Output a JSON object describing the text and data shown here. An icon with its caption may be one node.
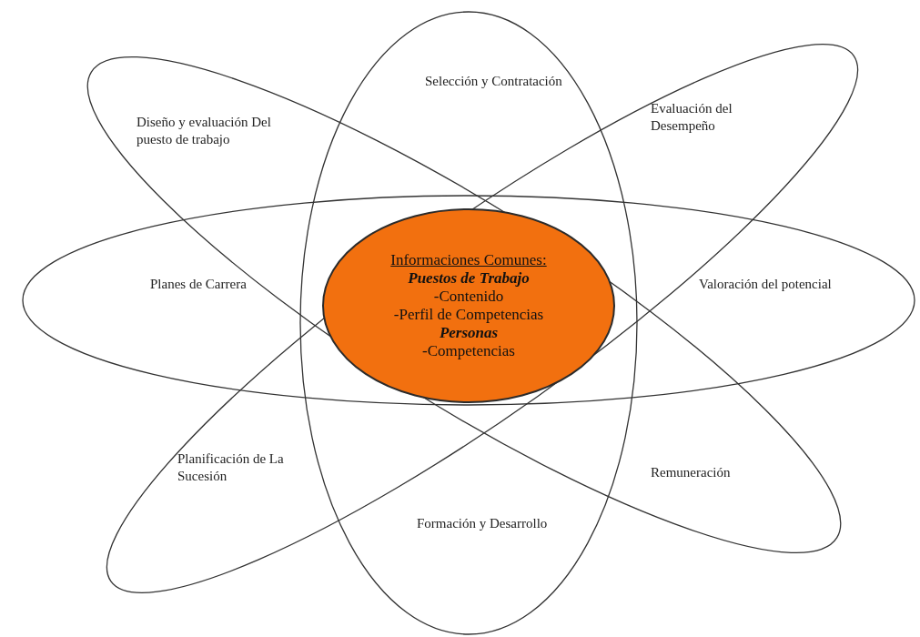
{
  "diagram": {
    "nodes": [
      {
        "text": [
          "Selección y Contratación",
          "Formación y Desarrollo"
        ]
      },
      {
        "text": [
          "Planes de Carrera",
          "Valoración del potencial"
        ]
      },
      {
        "text": [
          "Diseño y evaluación Del puesto de trabajo",
          "Remuneración"
        ]
      },
      {
        "text": [
          "Evaluación del Desempeño",
          "Planificación de La Sucesión"
        ]
      },
      {
        "text": [
          "Informaciones Comunes:",
          "Puestos de Trabajo",
          "-Contenido",
          "-Perfil de Competencias",
          "Personas",
          "-Competencias"
        ]
      }
    ]
  }
}
